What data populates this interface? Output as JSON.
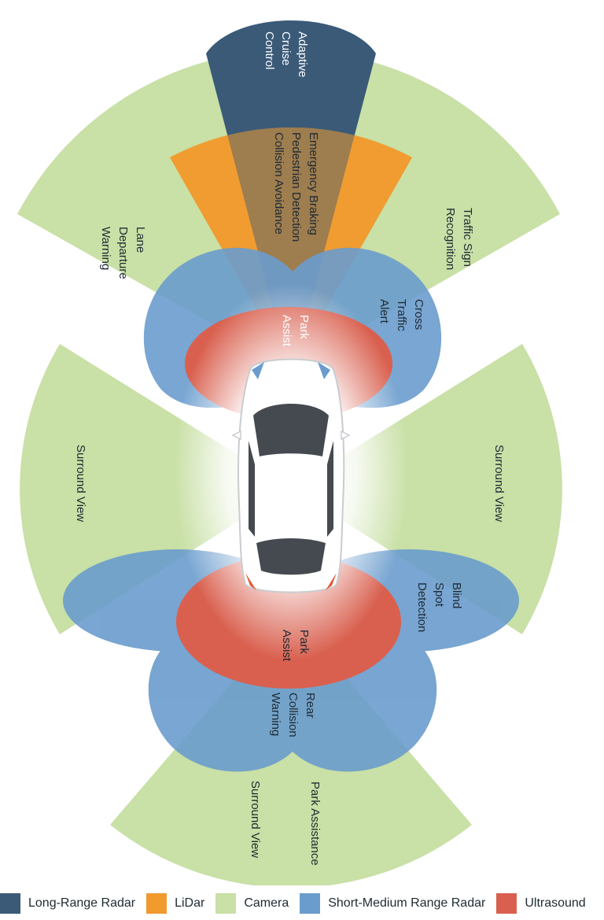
{
  "colors": {
    "long_range_radar": "#3a5a78",
    "lidar": "#f19a2e",
    "camera": "#c9e0a6",
    "short_medium_radar": "#6a9ccd",
    "ultrasound": "#d9604f"
  },
  "labels": {
    "adaptive_cruise": [
      "Adaptive",
      "Cruise",
      "Control"
    ],
    "emergency": [
      "Emergency Braking",
      "Pedestrian Detection",
      "Collision Avoidance"
    ],
    "lane_departure": [
      "Lane",
      "Departure",
      "Warning"
    ],
    "traffic_sign": [
      "Traffic Sign",
      "Recognition"
    ],
    "cross_traffic": [
      "Cross",
      "Traffic",
      "Alert"
    ],
    "park_assist_front": [
      "Park",
      "Assist"
    ],
    "surround_view_left": [
      "Surround View"
    ],
    "surround_view_right": [
      "Surround View"
    ],
    "blind_spot": [
      "Blind",
      "Spot",
      "Detection"
    ],
    "park_assist_rear": [
      "Park",
      "Assist"
    ],
    "rear_collision": [
      "Rear",
      "Collision",
      "Warning"
    ],
    "surround_view_rear": [
      "Surround View"
    ],
    "park_assistance": [
      "Park Assistance"
    ]
  },
  "legend": [
    {
      "label": "Long-Range Radar",
      "color": "#3a5a78",
      "name": "legend-long-range-radar"
    },
    {
      "label": "LiDar",
      "color": "#f19a2e",
      "name": "legend-lidar"
    },
    {
      "label": "Camera",
      "color": "#c9e0a6",
      "name": "legend-camera"
    },
    {
      "label": "Short-Medium Range Radar",
      "color": "#6a9ccd",
      "name": "legend-short-medium-range-radar"
    },
    {
      "label": "Ultrasound",
      "color": "#d9604f",
      "name": "legend-ultrasound"
    }
  ]
}
